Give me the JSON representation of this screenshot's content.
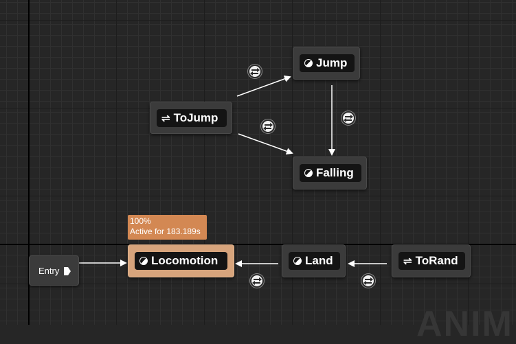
{
  "graph": {
    "entry_label": "Entry",
    "watermark": "ANIM",
    "states": {
      "jump": "Jump",
      "falling": "Falling",
      "locomotion": "Locomotion",
      "land": "Land"
    },
    "conduits": {
      "to_jump": "ToJump",
      "to_rand": "ToRand"
    },
    "active_state": {
      "weight": "100%",
      "active_time": "Active for 183.189s"
    }
  },
  "icons": {
    "state": "state-icon",
    "conduit": "conduit-icon",
    "transition": "transition-rule-icon",
    "entry": "entry-arrow-icon"
  },
  "colors": {
    "background": "#262626",
    "node": "#3b3b3b",
    "active_node": "#d7a47c",
    "tooltip": "#d38853",
    "wire": "#ffffff"
  }
}
